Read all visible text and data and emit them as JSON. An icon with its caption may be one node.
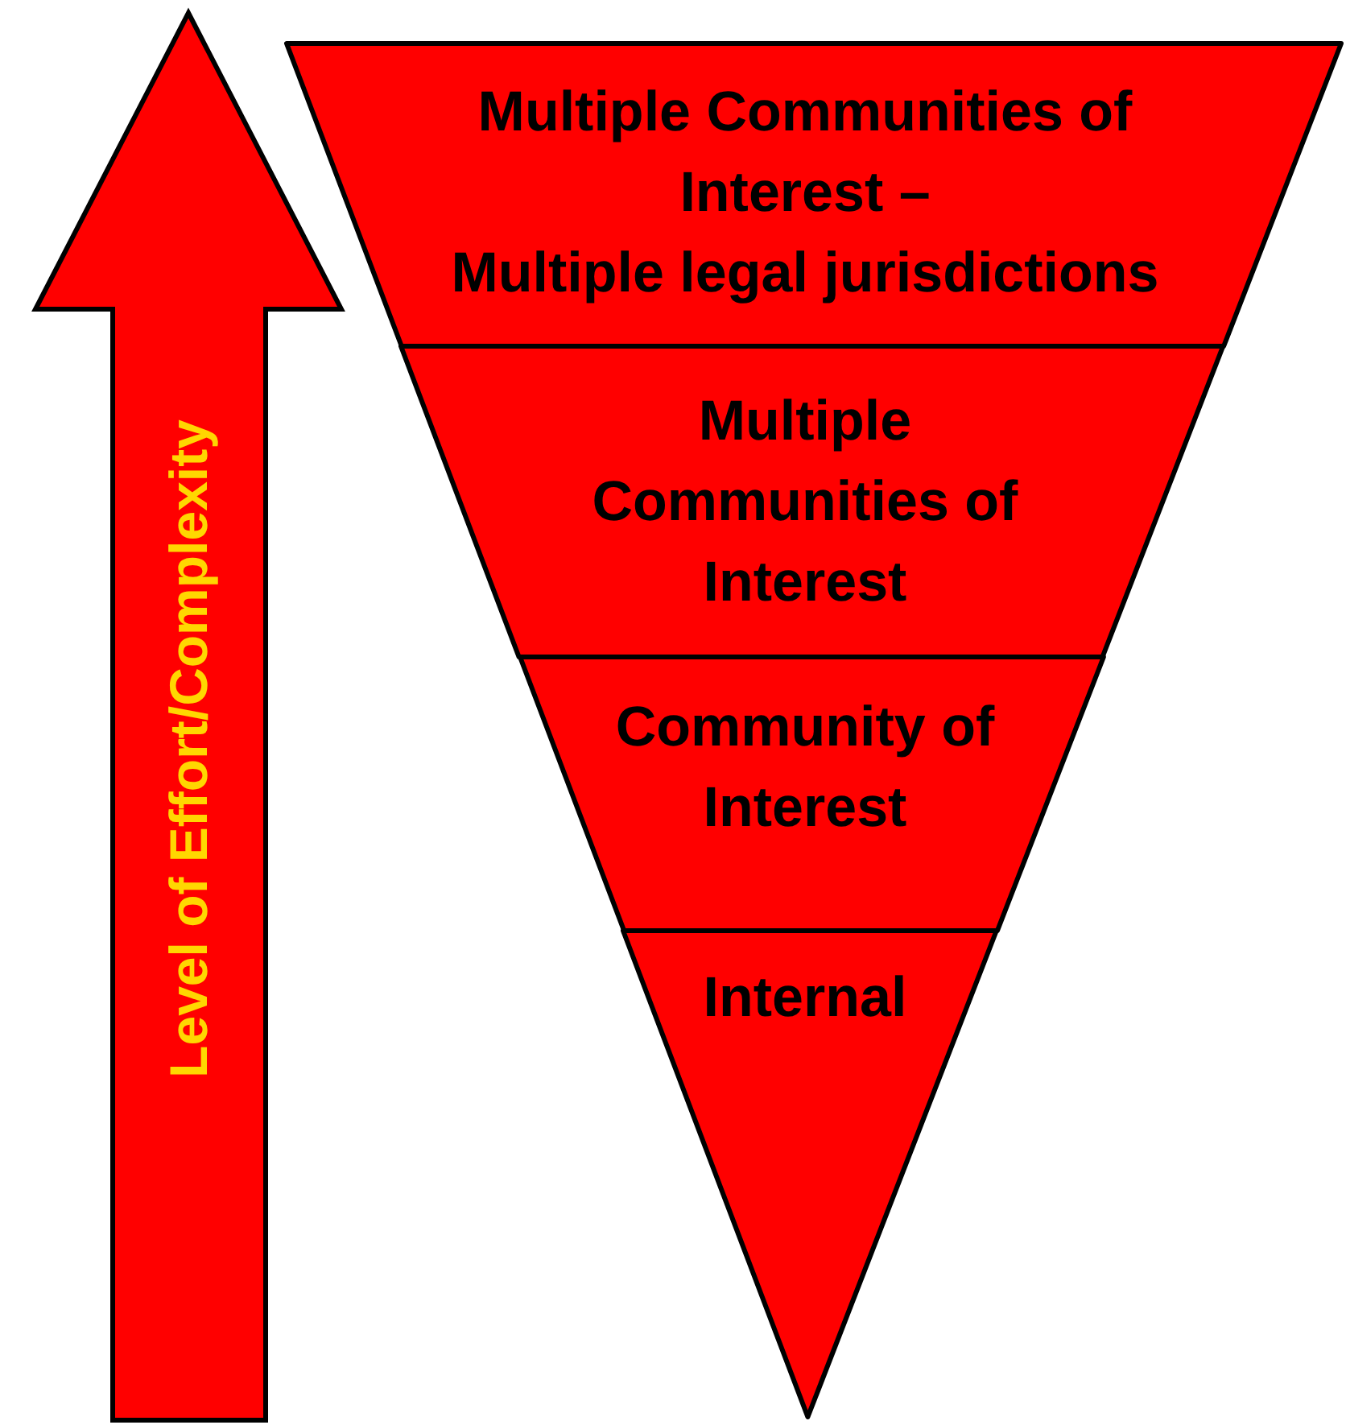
{
  "diagram": {
    "nodes": [
      {
        "text": [
          "Level of Effort/Complexity"
        ]
      },
      {
        "text": [
          "Multiple Communities of Interest –",
          "Multiple legal jurisdictions"
        ]
      },
      {
        "text": [
          "Multiple Communities of Interest"
        ]
      },
      {
        "text": [
          "Community of Interest"
        ]
      },
      {
        "text": [
          "Internal"
        ]
      }
    ]
  }
}
